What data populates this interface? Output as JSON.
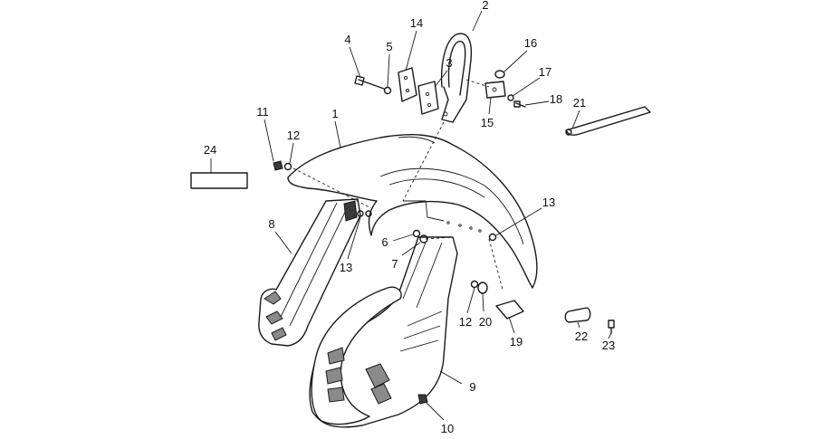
{
  "callouts": [
    {
      "number": "1",
      "part": "front-mudguard"
    },
    {
      "number": "2",
      "part": "mudguard-bracket"
    },
    {
      "number": "3",
      "part": "bracket-plate"
    },
    {
      "number": "4",
      "part": "bolt"
    },
    {
      "number": "5",
      "part": "washer"
    },
    {
      "number": "6",
      "part": "washer"
    },
    {
      "number": "7",
      "part": "nut"
    },
    {
      "number": "8",
      "part": "left-fork-cover"
    },
    {
      "number": "9",
      "part": "right-fork-cover"
    },
    {
      "number": "10",
      "part": "screw"
    },
    {
      "number": "11",
      "part": "screw"
    },
    {
      "number": "12",
      "part": "washer"
    },
    {
      "number": "12",
      "part": "washer"
    },
    {
      "number": "13",
      "part": "spacer"
    },
    {
      "number": "13",
      "part": "spacer"
    },
    {
      "number": "14",
      "part": "clamp-plate"
    },
    {
      "number": "15",
      "part": "cable-clamp"
    },
    {
      "number": "16",
      "part": "clamp-bush"
    },
    {
      "number": "17",
      "part": "washer"
    },
    {
      "number": "18",
      "part": "screw"
    },
    {
      "number": "19",
      "part": "cable-guide"
    },
    {
      "number": "20",
      "part": "nut"
    },
    {
      "number": "21",
      "part": "cable-retainer"
    },
    {
      "number": "22",
      "part": "plate"
    },
    {
      "number": "23",
      "part": "screw"
    },
    {
      "number": "24",
      "part": "reference-box"
    }
  ]
}
